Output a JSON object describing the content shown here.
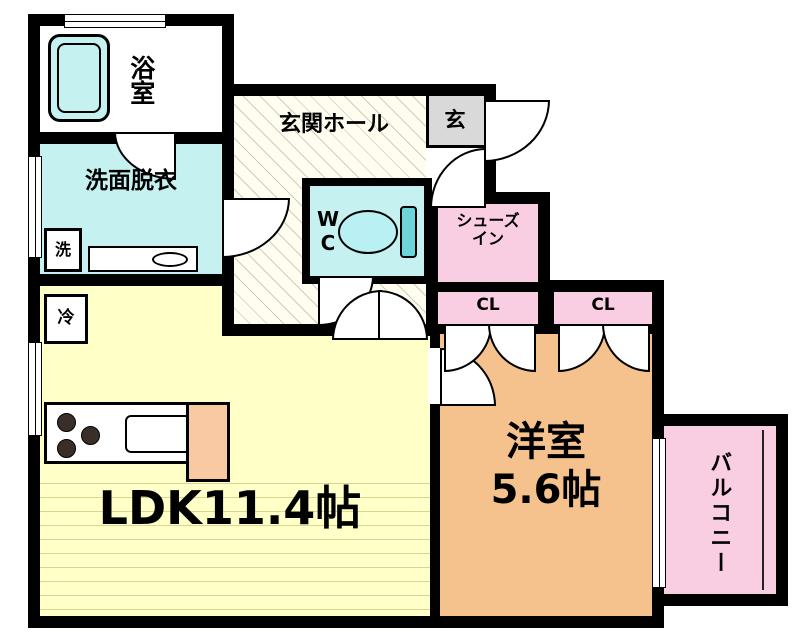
{
  "plan": {
    "bath": "浴室",
    "washroom": "洗面脱衣",
    "washer": "洗",
    "hall": "玄関ホール",
    "genkan": "玄",
    "wc": "WC",
    "shoes_line1": "シューズ",
    "shoes_line2": "イン",
    "closet1": "CL",
    "closet2": "CL",
    "fridge": "冷",
    "ldk": "LDK11.4帖",
    "western_line1": "洋室",
    "western_line2": "5.6帖",
    "balcony": "バルコニー"
  },
  "colors": {
    "wall": "#000000",
    "water_cyan": "#c6f1f1",
    "closet_pink": "#f9cde2",
    "ldk_yellow": "#ffffc8",
    "western_tan": "#f5c28e",
    "genkan_gray": "#d9d9d9"
  }
}
